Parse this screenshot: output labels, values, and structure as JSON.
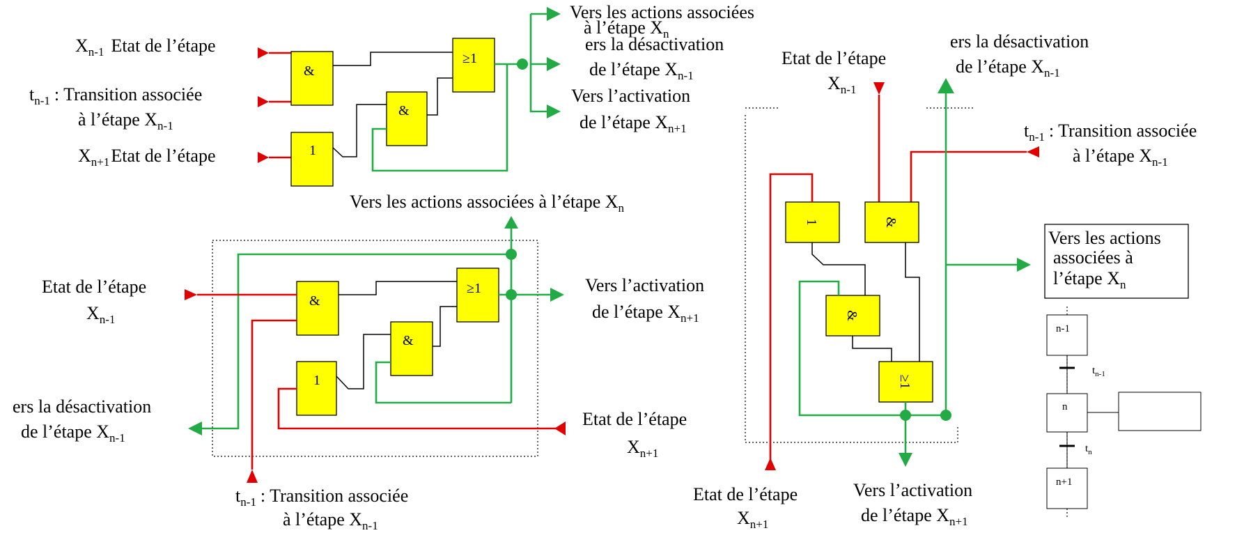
{
  "gates": {
    "and": "&",
    "or": "≥1",
    "not": "1",
    "rot_or": "≥1",
    "rot_not": "1"
  },
  "top_left": {
    "in1_var": "X",
    "in1_sub": "n-1",
    "in1_text": "Etat de l’étape",
    "in2_var": "t",
    "in2_sub": "n-1",
    "in2_text": ": Transition associée",
    "in2_line2": "à l’étape X",
    "in2_line2_sub": "n-1",
    "in3_var": "X",
    "in3_sub": "n+1",
    "in3_text": "Etat de l’étape",
    "out1_line1": "Vers les actions associées",
    "out1_line2": "à l’étape X",
    "out1_line2_sub": "n",
    "out2_line1": "ers la désactivation",
    "out2_line2": "de l’étape X",
    "out2_line2_sub": "n-1",
    "out3_line1": "Vers l’activation",
    "out3_line2": "de l’étape X",
    "out3_line2_sub": "n+1"
  },
  "bottom_left": {
    "top_label": "Vers les actions associées à l’étape X",
    "top_label_sub": "n",
    "in1_line1": "Etat de l’étape",
    "in1_line2": "X",
    "in1_line2_sub": "n-1",
    "out_act_line1": "Vers l’activation",
    "out_act_line2": "de l’étape X",
    "out_act_line2_sub": "n+1",
    "out_deact_line1": "ers la désactivation",
    "out_deact_line2": "de l’étape X",
    "out_deact_line2_sub": "n-1",
    "in3_line1": "Etat de l’étape",
    "in3_line2": "X",
    "in3_line2_sub": "n+1",
    "in2_var": "t",
    "in2_sub": "n-1",
    "in2_text": ": Transition associée",
    "in2_line2": "à l’étape X",
    "in2_line2_sub": "n-1"
  },
  "right": {
    "in1_line1": "Etat de l’étape",
    "in1_line2": "X",
    "in1_line2_sub": "n-1",
    "out_deact_line1": "ers la désactivation",
    "out_deact_line2": "de l’étape X",
    "out_deact_line2_sub": "n-1",
    "in2_var": "t",
    "in2_sub": "n-1",
    "in2_text": ": Transition associée",
    "in2_line2": "à l’étape X",
    "in2_line2_sub": "n-1",
    "actions_line1": "Vers les actions",
    "actions_line2": "associées à",
    "actions_line3": "l’étape X",
    "actions_line3_sub": "n",
    "in3_line1": "Etat de l’étape",
    "in3_line2": "X",
    "in3_line2_sub": "n+1",
    "out_act_line1": "Vers l’activation",
    "out_act_line2": "de l’étape X",
    "out_act_line2_sub": "n+1"
  },
  "grafcet": {
    "step_prev": "n-1",
    "step_cur": "n",
    "step_next": "n+1",
    "t_prev": "t",
    "t_prev_sub": "n-1",
    "t_cur": "t",
    "t_cur_sub": "n"
  }
}
